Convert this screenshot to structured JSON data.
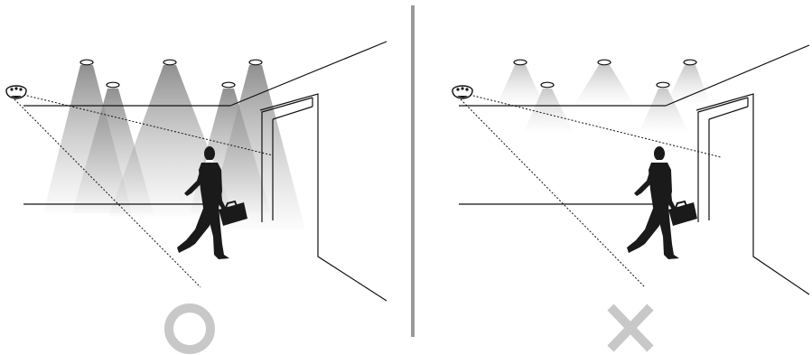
{
  "panels": [
    {
      "id": "correct",
      "verdict": "correct",
      "verdict_symbol": "circle-o",
      "lights_on": true,
      "lights": [
        "ceiling-light-1",
        "ceiling-light-2",
        "ceiling-light-3",
        "ceiling-light-4",
        "ceiling-light-5"
      ]
    },
    {
      "id": "incorrect",
      "verdict": "incorrect",
      "verdict_symbol": "cross-x",
      "lights_on": "dim",
      "lights": [
        "ceiling-light-1",
        "ceiling-light-2",
        "ceiling-light-3",
        "ceiling-light-4",
        "ceiling-light-5"
      ]
    }
  ],
  "colors": {
    "line": "#111111",
    "divider": "#9a9a9a",
    "verdict_mark": "#c8c8c8",
    "person": "#1a1a1a",
    "light_cone": "#8c8c8c"
  },
  "icons": [
    "dome-camera-icon",
    "person-walking-icon",
    "door-frame-icon",
    "circle-o-icon",
    "cross-x-icon"
  ]
}
